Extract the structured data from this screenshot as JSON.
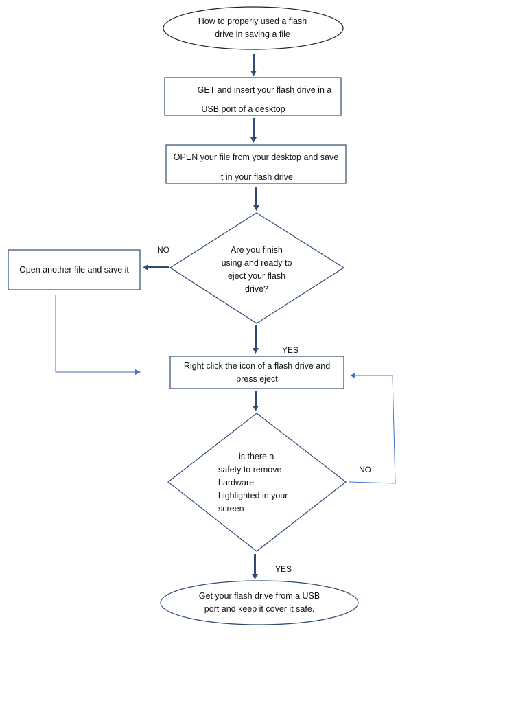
{
  "nodes": {
    "start": {
      "lines": [
        "How to properly used a flash",
        "drive in saving a file"
      ]
    },
    "insert": {
      "lines": [
        "GET and insert your flash drive in a",
        "USB port of a desktop"
      ]
    },
    "open": {
      "lines": [
        "OPEN your file from your desktop and save",
        "it in your flash drive"
      ]
    },
    "question1": {
      "lines": [
        "Are you finish",
        "using and ready to",
        "eject your flash",
        "drive?"
      ]
    },
    "another": {
      "lines": [
        "Open another file and save it"
      ]
    },
    "eject": {
      "lines": [
        "Right click the icon of a flash drive and",
        "press eject"
      ]
    },
    "question2": {
      "lines": [
        "is there a",
        "safety to remove",
        "hardware",
        "highlighted in your",
        "screen"
      ]
    },
    "end": {
      "lines": [
        "Get your flash drive from a USB",
        "port and keep it cover it safe."
      ]
    }
  },
  "edge_labels": {
    "q1_no": "NO",
    "q1_yes": "YES",
    "q2_no": "NO",
    "q2_yes": "YES"
  },
  "colors": {
    "shape_stroke": "#2f4a73",
    "thick_arrow": "#2f4a73",
    "thin_connector": "#4472c4"
  }
}
